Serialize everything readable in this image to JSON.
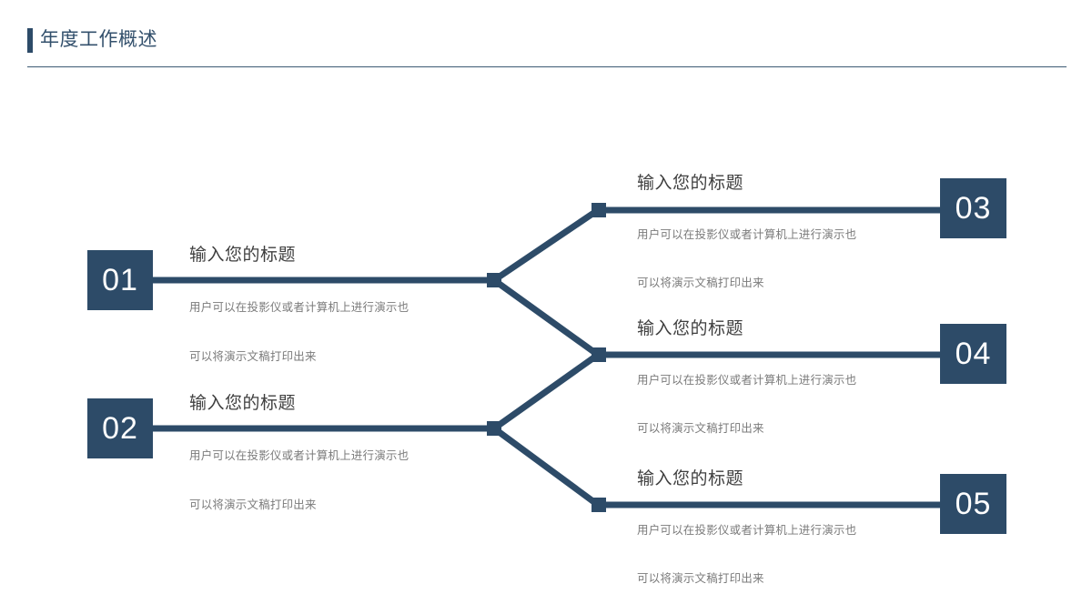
{
  "header": {
    "title": "年度工作概述",
    "accent_color": "#2d4b68",
    "title_color": "#33506c",
    "divider_color": "#3d5a74"
  },
  "theme": {
    "badge_bg": "#2d4b68",
    "badge_text": "#ffffff",
    "connector_color": "#2d4b68",
    "heading_color": "#3f3f3f",
    "body_color": "#7b7b7b",
    "background": "#ffffff"
  },
  "diagram": {
    "type": "branching-tree",
    "side": "left-branch-2-right-branch-3",
    "items": [
      {
        "number": "01",
        "heading": "输入您的标题",
        "body_line1": "用户可以在投影仪或者计算机上进行演示也",
        "body_line2": "可以将演示文稿打印出来",
        "side": "left"
      },
      {
        "number": "02",
        "heading": "输入您的标题",
        "body_line1": "用户可以在投影仪或者计算机上进行演示也",
        "body_line2": "可以将演示文稿打印出来",
        "side": "left"
      },
      {
        "number": "03",
        "heading": "输入您的标题",
        "body_line1": "用户可以在投影仪或者计算机上进行演示也",
        "body_line2": "可以将演示文稿打印出来",
        "side": "right"
      },
      {
        "number": "04",
        "heading": "输入您的标题",
        "body_line1": "用户可以在投影仪或者计算机上进行演示也",
        "body_line2": "可以将演示文稿打印出来",
        "side": "right"
      },
      {
        "number": "05",
        "heading": "输入您的标题",
        "body_line1": "用户可以在投影仪或者计算机上进行演示也",
        "body_line2": "可以将演示文稿打印出来",
        "side": "right"
      }
    ]
  }
}
